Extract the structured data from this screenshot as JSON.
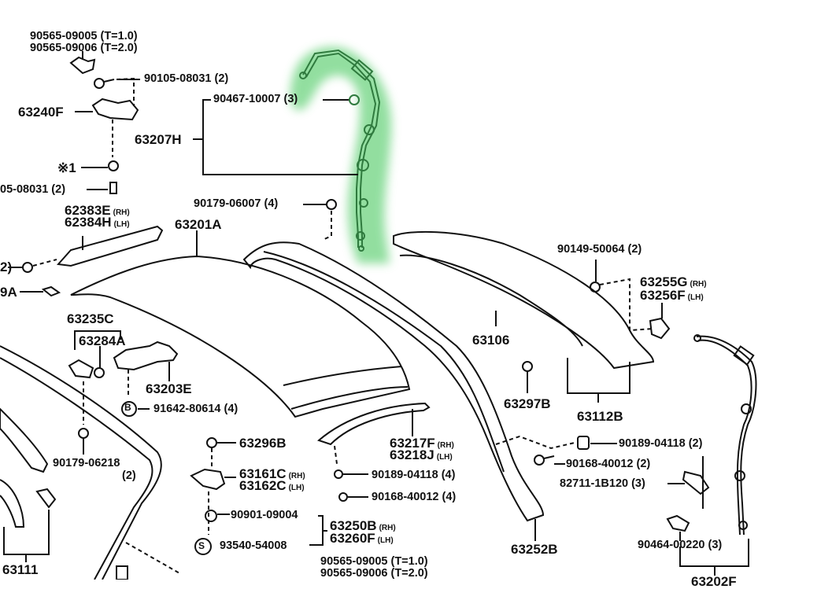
{
  "diagram": {
    "title": "Convertible top / roof parts diagram",
    "highlight_color": "#7fd98f",
    "line_color": "#111111",
    "highlighted_part": "63207H",
    "labels": {
      "l_90565_a": "90565-09005 (T=1.0)",
      "l_90565_b": "90565-09006 (T=2.0)",
      "l_90105": "90105-08031 (2)",
      "l_63240F": "63240F",
      "l_90467": "90467-10007 (3)",
      "l_63207H": "63207H",
      "l_star1": "※1",
      "l_05_08031": "05-08031 (2)",
      "l_90179_06007": "90179-06007 (4)",
      "l_62383E": "62383E",
      "l_62384H": "62384H",
      "l_63201A": "63201A",
      "l_2": "2)",
      "l_9A": "9A",
      "l_63235C": "63235C",
      "l_63284A": "63284A",
      "l_63203E": "63203E",
      "l_91642": "91642-80614 (4)",
      "l_90179_06218": "90179-06218",
      "l_90179_06218_qty": "(2)",
      "l_63111": "63111",
      "l_63296B": "63296B",
      "l_63161C": "63161C",
      "l_63162C": "63162C",
      "l_90901": "90901-09004",
      "l_63250B": "63250B",
      "l_63260F": "63260F",
      "l_93540": "93540-54008",
      "l_90565_c": "90565-09005 (T=1.0)",
      "l_90565_d": "90565-09006 (T=2.0)",
      "l_63217F": "63217F",
      "l_63218J": "63218J",
      "l_90189_4": "90189-04118 (4)",
      "l_90168_4": "90168-40012 (4)",
      "l_63106": "63106",
      "l_63297B": "63297B",
      "l_63112B": "63112B",
      "l_63252B": "63252B",
      "l_90149": "90149-50064 (2)",
      "l_63255G": "63255G",
      "l_63256F": "63256F",
      "l_90189_2": "90189-04118 (2)",
      "l_90168_2": "90168-40012 (2)",
      "l_82711": "82711-1B120 (3)",
      "l_90464": "90464-00220 (3)",
      "l_cut": "63202F"
    },
    "side": {
      "rh": "(RH)",
      "lh": "(LH)"
    },
    "circle_marks": {
      "b": "B",
      "s": "S"
    }
  }
}
